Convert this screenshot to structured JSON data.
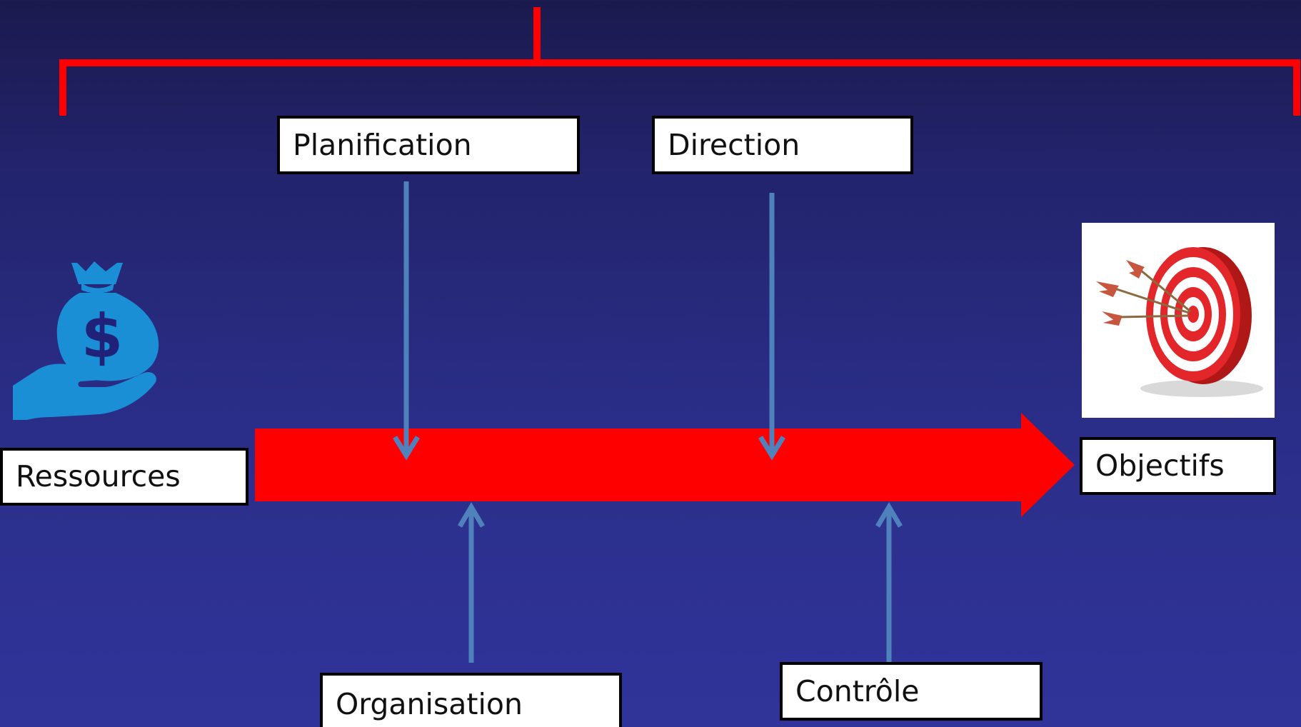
{
  "labels": {
    "ressources": "Ressources",
    "planification": "Planification",
    "direction": "Direction",
    "organisation": "Organisation",
    "controle": "Contrôle",
    "objectifs": "Objectifs"
  },
  "icons": {
    "resources": "money-bag-in-hand-icon",
    "goal": "target-with-arrows-icon"
  },
  "colors": {
    "background_top": "#1b1a4e",
    "background_bottom": "#30349a",
    "accent_red": "#ff0000",
    "connector_blue": "#4f81bd",
    "icon_blue": "#1b8fd6"
  }
}
